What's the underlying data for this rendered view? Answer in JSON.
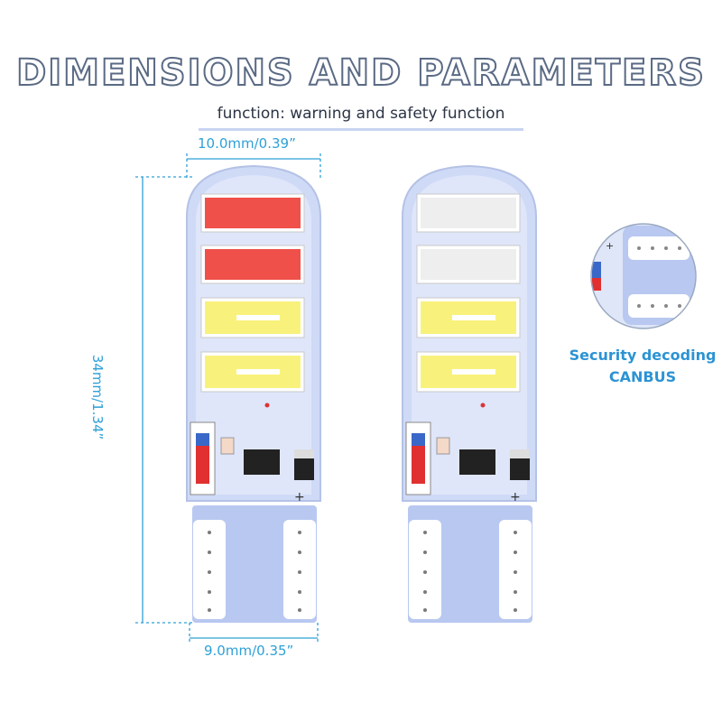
{
  "title": "DIMENSIONS AND PARAMETERS",
  "subtitle": "function: warning and safety function",
  "dimensions": {
    "width_top": "10.0mm/0.39”",
    "height": "34mm/1.34”",
    "width_bottom": "9.0mm/0.35”"
  },
  "feature": {
    "line1": "Security decoding",
    "line2": "CANBUS"
  },
  "colors": {
    "accent": "#2ea0d8",
    "led_red": "#f0504a",
    "led_yellow": "#f8f27c",
    "led_white": "#eeeeee",
    "base": "#b8c8f0"
  }
}
